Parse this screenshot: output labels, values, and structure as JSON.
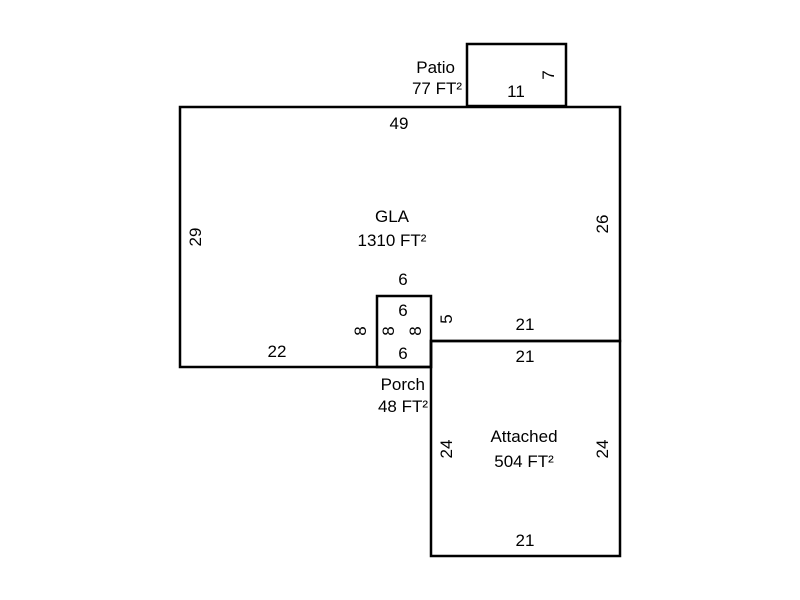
{
  "areas": {
    "gla": {
      "name": "GLA",
      "area": "1310 FT²"
    },
    "patio": {
      "name": "Patio",
      "area": "77 FT²"
    },
    "porch": {
      "name": "Porch",
      "area": "48 FT²"
    },
    "attached": {
      "name": "Attached",
      "area": "504 FT²"
    }
  },
  "dimensions": {
    "gla_top": "49",
    "gla_left": "29",
    "gla_right": "26",
    "gla_bottom": "22",
    "gla_step": "5",
    "gla_step_top": "21",
    "gla_porch_top": "6",
    "gla_porch_left": "8",
    "patio_width": "11",
    "patio_height": "7",
    "porch_top": "6",
    "porch_bottom": "6",
    "porch_left": "8",
    "porch_right": "8",
    "attached_top": "21",
    "attached_bottom": "21",
    "attached_left": "24",
    "attached_right": "24"
  },
  "colors": {
    "line": "#000000",
    "background": "#ffffff"
  }
}
